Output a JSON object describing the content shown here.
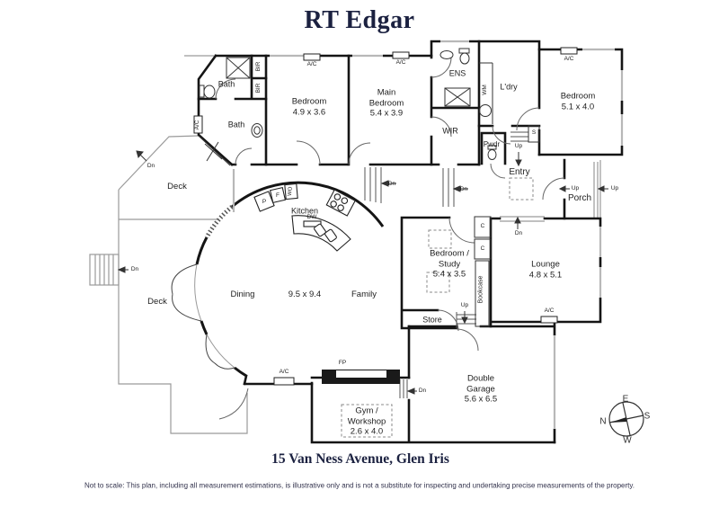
{
  "header": {
    "title": "RT Edgar"
  },
  "footer": {
    "address": "15 Van Ness Avenue, Glen Iris",
    "disclaimer": "Not to scale: This plan, including all measurement estimations, is illustrative only and is not a substitute for inspecting and undertaking precise measurements of the property."
  },
  "compass": {
    "north": "N",
    "east": "E",
    "south": "S",
    "west": "W"
  },
  "rooms": {
    "bath_upper": {
      "label": "Bath"
    },
    "bath_lower": {
      "label": "Bath"
    },
    "bedroom_front": {
      "name": "Bedroom",
      "dims": "4.9 x 3.6"
    },
    "main_bedroom": {
      "line1": "Main",
      "line2": "Bedroom",
      "dims": "5.4 x 3.9"
    },
    "ensuite": {
      "label": "ENS"
    },
    "laundry": {
      "label": "L'dry"
    },
    "wir": {
      "label": "WIR"
    },
    "powder": {
      "label": "Pwdr"
    },
    "bedroom_rear": {
      "name": "Bedroom",
      "dims": "5.1 x 4.0"
    },
    "entry": {
      "label": "Entry"
    },
    "porch": {
      "label": "Porch"
    },
    "lounge": {
      "name": "Lounge",
      "dims": "4.8 x 5.1"
    },
    "bedroom_study": {
      "line1": "Bedroom /",
      "line2": "Study",
      "dims": "5.4 x 3.5"
    },
    "store": {
      "label": "Store"
    },
    "bookcase": {
      "label": "Bookcase"
    },
    "kitchen": {
      "label": "Kitchen"
    },
    "dining": {
      "label": "Dining"
    },
    "family": {
      "label": "Family"
    },
    "living_dims": "9.5 x 9.4",
    "deck_upper": {
      "label": "Deck"
    },
    "deck_lower": {
      "label": "Deck"
    },
    "gym": {
      "line1": "Gym /",
      "line2": "Workshop",
      "dims": "2.6 x 4.0"
    },
    "garage": {
      "line1": "Double",
      "line2": "Garage",
      "dims": "5.6 x 6.5"
    }
  },
  "markers": {
    "ac": "A/C",
    "bir": "BIR",
    "wm": "WM",
    "dw": "DW",
    "wo": "WO",
    "fp": "FP",
    "pantry": "P",
    "fridge": "F",
    "store_s": "S",
    "cupboard": "C",
    "up": "Up",
    "dn": "Dn"
  },
  "colors": {
    "wall": "#1a1a1a",
    "brand": "#1b2140",
    "line_gray": "#9a9a9a",
    "window": "#b8b8b8"
  }
}
